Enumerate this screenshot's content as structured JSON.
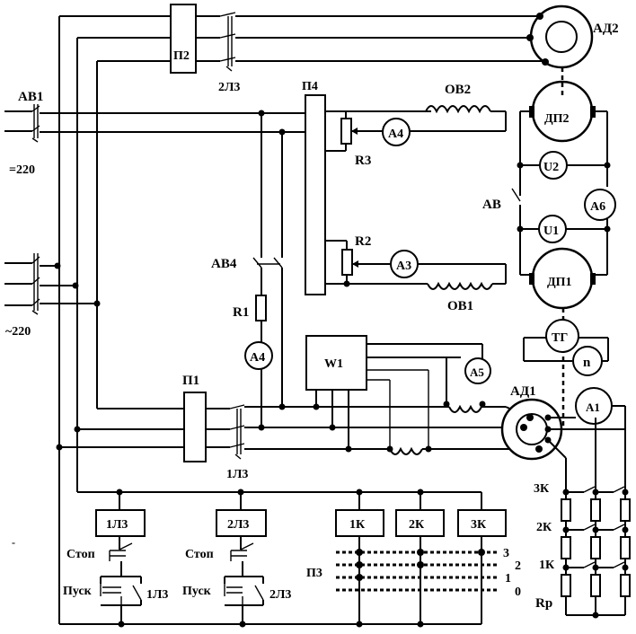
{
  "labels": {
    "ad2": "АД2",
    "p2": "П2",
    "l3_2": "2Л3",
    "p4": "П4",
    "ov2": "ОВ2",
    "dp2": "ДП2",
    "av1": "АВ1",
    "a4_top": "А4",
    "r3": "R3",
    "u2": "U2",
    "v220dc": "=220",
    "av": "АВ",
    "a6": "А6",
    "u1": "U1",
    "r2": "R2",
    "a3": "А3",
    "av4": "АВ4",
    "dp1": "ДП1",
    "ov1": "ОВ1",
    "r1": "R1",
    "v220ac": "~220",
    "a4_mid": "А4",
    "tg": "ТГ",
    "n": "n",
    "w1": "W1",
    "a5": "А5",
    "ad1": "АД1",
    "a1": "А1",
    "p1": "П1",
    "l3_1": "1Л3",
    "k3": "3К",
    "k2": "2К",
    "k1": "1К",
    "rp": "Rр",
    "coil_1l3": "1Л3",
    "coil_2l3": "2Л3",
    "coil_1k": "1К",
    "coil_2k": "2К",
    "coil_3k": "3К",
    "stop1": "Стоп",
    "start1": "Пуск",
    "contact_1l3": "1Л3",
    "stop2": "Стоп",
    "start2": "Пуск",
    "contact_2l3": "2Л3",
    "p3": "П3",
    "pos3": "3",
    "pos2": "2",
    "pos1": "1",
    "pos0": "0",
    "mark": "-"
  }
}
